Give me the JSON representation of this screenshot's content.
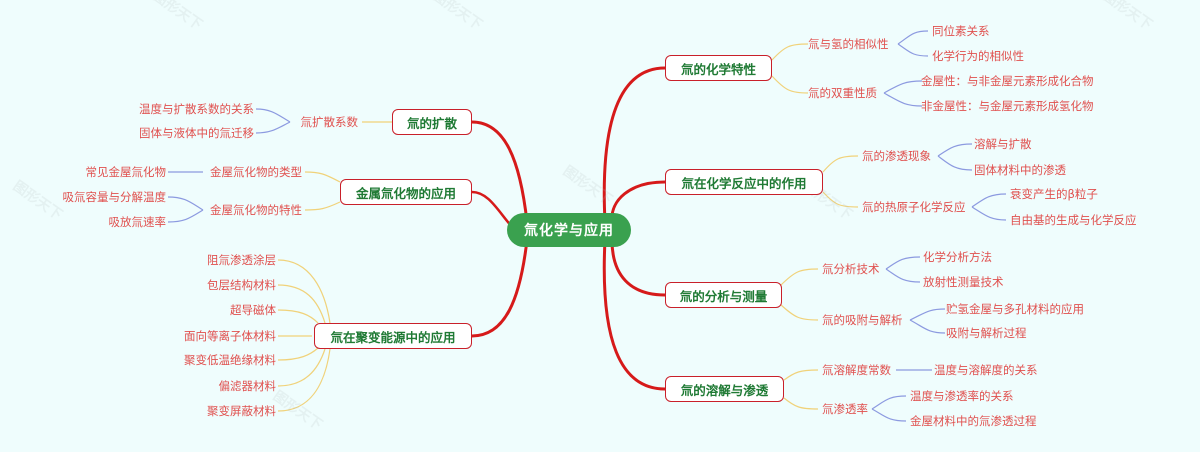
{
  "root": {
    "label": "氚化学与应用"
  },
  "colors": {
    "background": "#effdfd",
    "root_fill": "#3aa14f",
    "main_border": "#c9202a",
    "main_text": "#1f7a34",
    "sub_text": "#e0504e",
    "main_link": "#d61a1a",
    "sub_link": "#f0d27a",
    "leaf_link": "#8c9ae0"
  },
  "right": [
    {
      "label": "氚的化学特性",
      "children": [
        {
          "label": "氚与氢的相似性",
          "children": [
            "同位素关系",
            "化学行为的相似性"
          ]
        },
        {
          "label": "氚的双重性质",
          "children": [
            "金屋性：与非金屋元素形成化合物",
            "非金屋性：与金屋元素形成氢化物"
          ]
        }
      ]
    },
    {
      "label": "氚在化学反应中的作用",
      "children": [
        {
          "label": "氚的渗透现象",
          "children": [
            "溶解与扩散",
            "固体材料中的渗透"
          ]
        },
        {
          "label": "氚的热原子化学反应",
          "children": [
            "衰变产生的β粒子",
            "自由基的生成与化学反应"
          ]
        }
      ]
    },
    {
      "label": "氚的分析与测量",
      "children": [
        {
          "label": "氚分析技术",
          "children": [
            "化学分析方法",
            "放射性测量技术"
          ]
        },
        {
          "label": "氚的吸附与解析",
          "children": [
            "贮氢金屋与多孔材料的应用",
            "吸附与解析过程"
          ]
        }
      ]
    },
    {
      "label": "氚的溶解与渗透",
      "children": [
        {
          "label": "氚溶解度常数",
          "children": [
            "温度与溶解度的关系"
          ]
        },
        {
          "label": "氚渗透率",
          "children": [
            "温度与渗透率的关系",
            "金屋材料中的氚渗透过程"
          ]
        }
      ]
    }
  ],
  "left": [
    {
      "label": "氚的扩散",
      "children": [
        {
          "label": "氚扩散系数",
          "children": [
            "温度与扩散系数的关系",
            "固体与液体中的氚迁移"
          ]
        }
      ]
    },
    {
      "label": "金属氚化物的应用",
      "children": [
        {
          "label": "金屋氚化物的类型",
          "children": [
            "常见金屋氚化物"
          ]
        },
        {
          "label": "金屋氚化物的特性",
          "children": [
            "吸氚容量与分解温度",
            "吸放氚速率"
          ]
        }
      ]
    },
    {
      "label": "氚在聚变能源中的应用",
      "children": [
        {
          "label": "阻氚渗透涂层"
        },
        {
          "label": "包层结构材料"
        },
        {
          "label": "超导磁体"
        },
        {
          "label": "面向等离子体材料"
        },
        {
          "label": "聚变低温绝缘材料"
        },
        {
          "label": "偏滤器材料"
        },
        {
          "label": "聚变屏蔽材料"
        }
      ]
    }
  ],
  "watermark": "图形天下"
}
